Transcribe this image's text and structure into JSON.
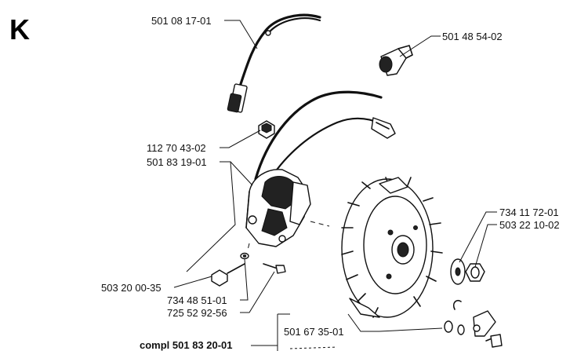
{
  "section_letter": "K",
  "labels": {
    "spark_cable": "501 08 17-01",
    "plug_cap": "501 48 54-02",
    "nut_small": "112 70 43-02",
    "ignition_module": "501 83 19-01",
    "screw_module": "503 20 00-35",
    "washer_small": "734 48 51-01",
    "bolt_long": "725 52 92-56",
    "washer_flywheel": "734 11 72-01",
    "nut_flywheel": "503 22 10-02",
    "flywheel": "501 67 35-01",
    "complete_assembly": "compl 501 83 20-01"
  }
}
